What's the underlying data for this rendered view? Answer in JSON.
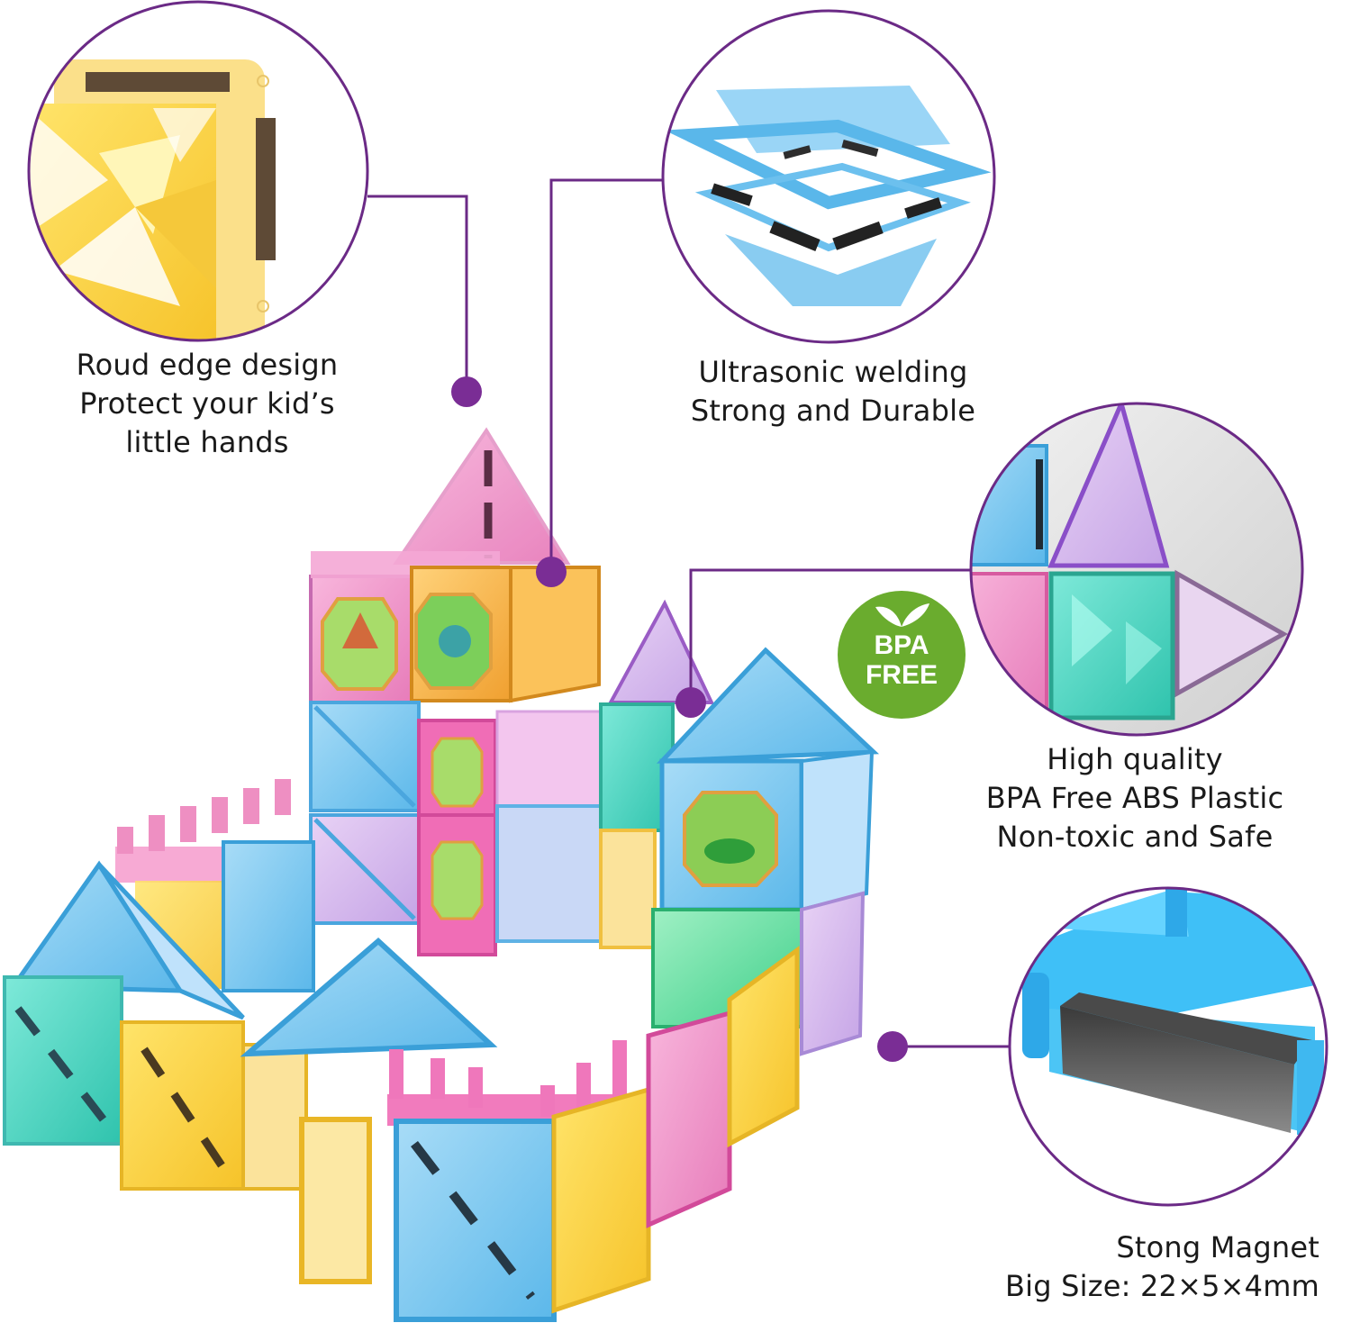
{
  "colors": {
    "accent_purple": "#6b2a86",
    "badge_green": "#6aac2e",
    "text": "#1a1a1a",
    "background": "#ffffff"
  },
  "features": [
    {
      "id": "round-edge",
      "icon": "yellow-tile-corner-closeup",
      "lines": [
        "Roud edge design",
        "Protect your kid’s",
        "little hands"
      ]
    },
    {
      "id": "ultrasonic-welding",
      "icon": "exploded-blue-tile-layers",
      "lines": [
        "Ultrasonic welding",
        "Strong and Durable"
      ]
    },
    {
      "id": "high-quality",
      "icon": "pastel-tiles-closeup",
      "lines": [
        "High quality",
        "BPA Free ABS Plastic",
        "Non-toxic and Safe"
      ]
    },
    {
      "id": "strong-magnet",
      "icon": "magnet-in-blue-frame",
      "lines": [
        "Stong Magnet",
        "Big Size: 22×5×4mm"
      ]
    }
  ],
  "badge": {
    "icon": "leaf-icon",
    "line1": "BPA",
    "line2": "FREE"
  },
  "product": {
    "name": "magnetic-tile-castle",
    "description": "Castle built from pastel translucent magnetic tiles with dinosaur picture panels"
  }
}
